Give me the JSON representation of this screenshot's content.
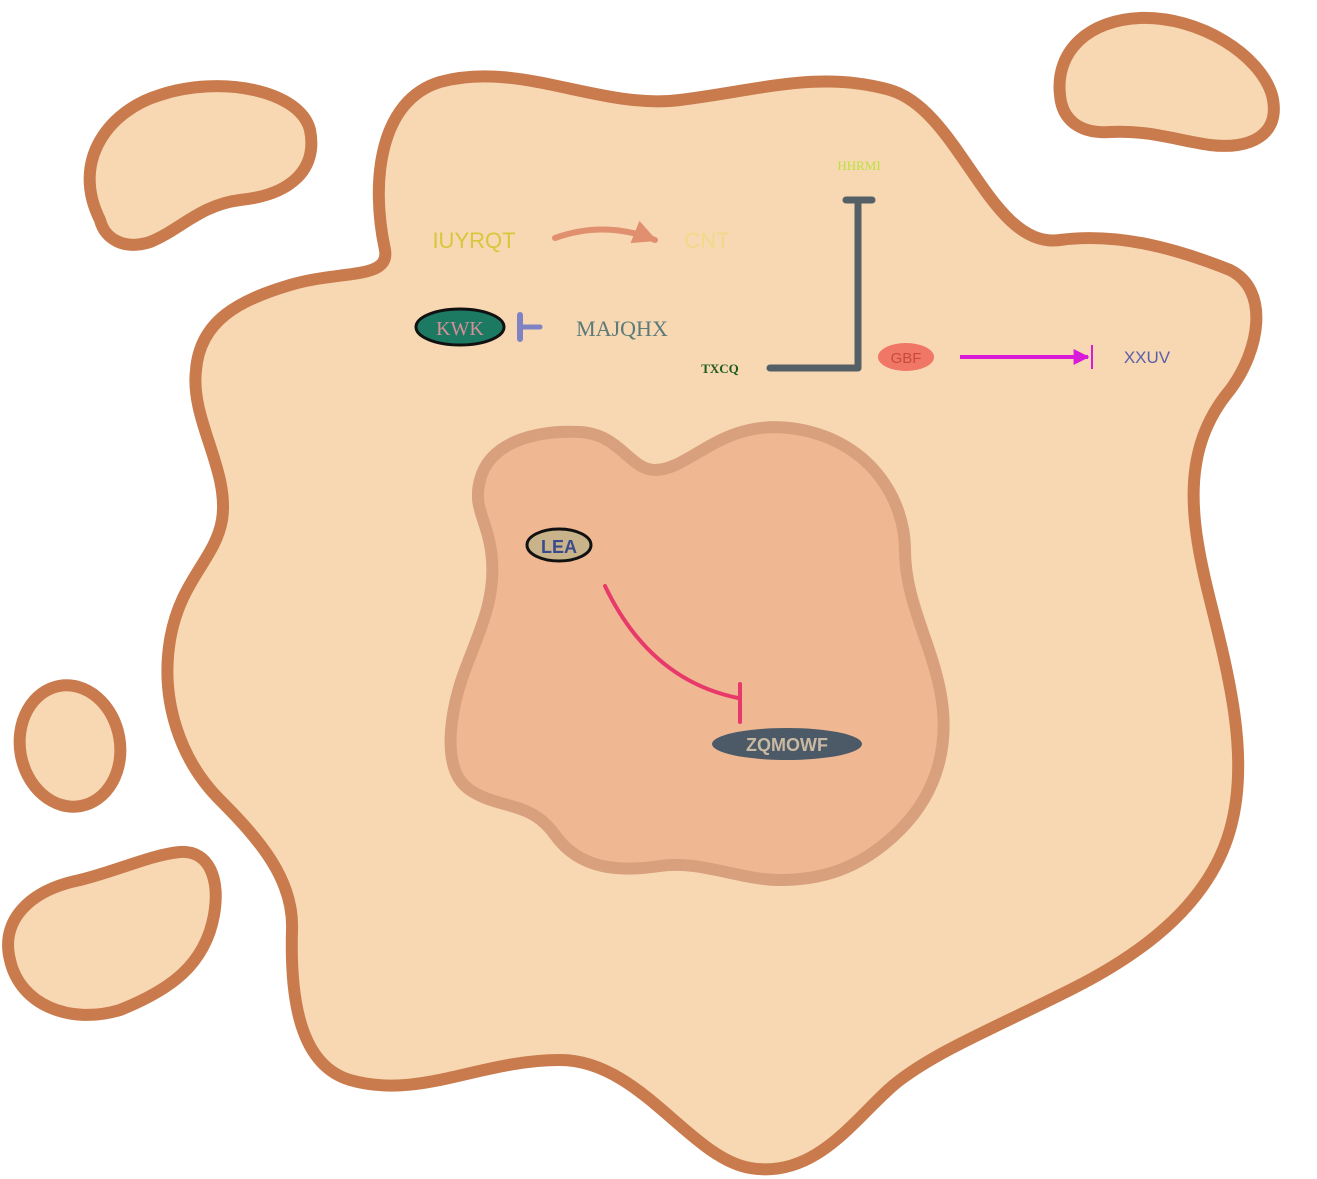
{
  "colors": {
    "cell_fill": "#f7d8b3",
    "cell_stroke": "#c97b4d",
    "nucleus_fill": "#efb892",
    "nucleus_stroke": "#d9a07e",
    "white": "#ffffff"
  },
  "nodes": {
    "iuyrqt": {
      "label": "IUYRQT",
      "color": "#d8c63b"
    },
    "cnt": {
      "label": "CNT",
      "color": "#f1d98a"
    },
    "kwk": {
      "label": "KWK",
      "color": "#d48f98",
      "fill": "#1c7a63"
    },
    "majqhx": {
      "label": "MAJQHX",
      "color": "#5b7a78"
    },
    "hhrmi": {
      "label": "HHRMI",
      "color": "#bde03a"
    },
    "txcq": {
      "label": "TXCQ",
      "color": "#1f5c1f"
    },
    "gbf": {
      "label": "GBF",
      "color": "#c94a3a",
      "fill": "#f07766"
    },
    "xxuv": {
      "label": "XXUV",
      "color": "#5b5fa8"
    },
    "lea": {
      "label": "LEA",
      "color": "#3b4a8c",
      "fill": "#c9b38a"
    },
    "zqmowf": {
      "label": "ZQMOWF",
      "color": "#c9b9a3",
      "fill": "#4b5a66"
    }
  },
  "edges": [
    {
      "from": "IUYRQT",
      "to": "CNT",
      "type": "activation",
      "color": "#e0906e"
    },
    {
      "from": "MAJQHX",
      "to": "KWK",
      "type": "inhibition",
      "color": "#7f83c4"
    },
    {
      "from": "TXCQ",
      "to": "HHRMI",
      "type": "inhibition",
      "color": "#555f66"
    },
    {
      "from": "GBF",
      "to": "XXUV",
      "type": "activation",
      "color": "#d91ad9"
    },
    {
      "from": "LEA",
      "to": "ZQMOWF",
      "type": "inhibition",
      "color": "#e83a6a"
    }
  ]
}
